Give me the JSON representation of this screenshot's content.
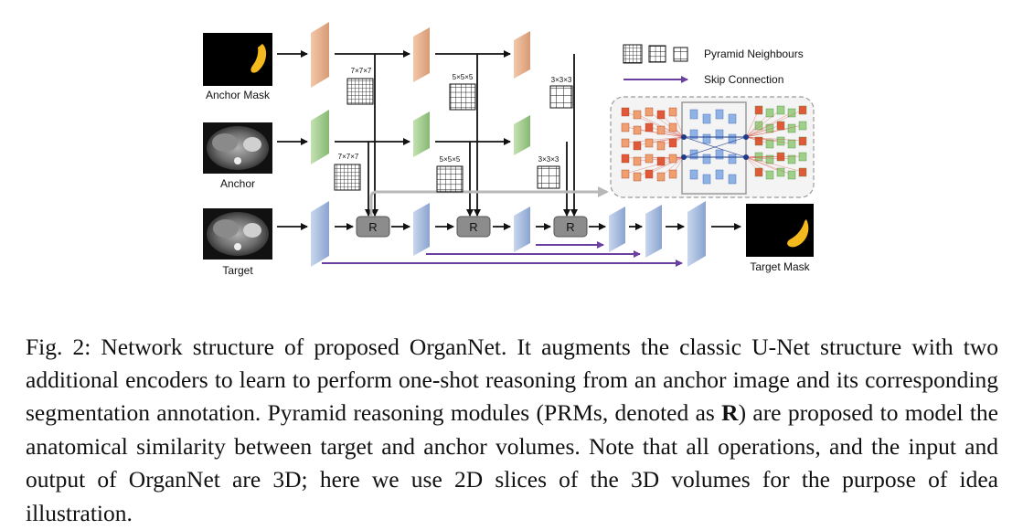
{
  "figure": {
    "inputs": {
      "anchor_mask": "Anchor Mask",
      "anchor": "Anchor",
      "target": "Target",
      "output": "Target Mask"
    },
    "kernels": {
      "k7": "7×7×7",
      "k5": "5×5×5",
      "k3": "3×3×3"
    },
    "prm_symbol": "R",
    "legend": {
      "pyramid_neighbours": "Pyramid Neighbours",
      "skip_connection": "Skip Connection"
    },
    "colors": {
      "encoder_mask": "#e8b08f",
      "encoder_anchor": "#9fca8c",
      "unet": "#9fb6d9",
      "skip": "#6a3fa0",
      "prm_box": "#8c8c8c",
      "arrow_gray": "#b8b8b8"
    }
  },
  "caption": {
    "prefix": "Fig. 2: Network structure of proposed OrganNet. It augments the classic U-Net structure with two additional encoders to learn to perform one-shot reasoning from an anchor image and its corresponding segmentation annotation. Pyramid reasoning modules (PRMs, denoted as ",
    "bold": "R",
    "suffix": ") are proposed to model the anatomical similarity between target and anchor volumes. Note that all operations, and the input and output of OrganNet are 3D; here we use 2D slices of the 3D volumes for the purpose of idea illustration."
  }
}
